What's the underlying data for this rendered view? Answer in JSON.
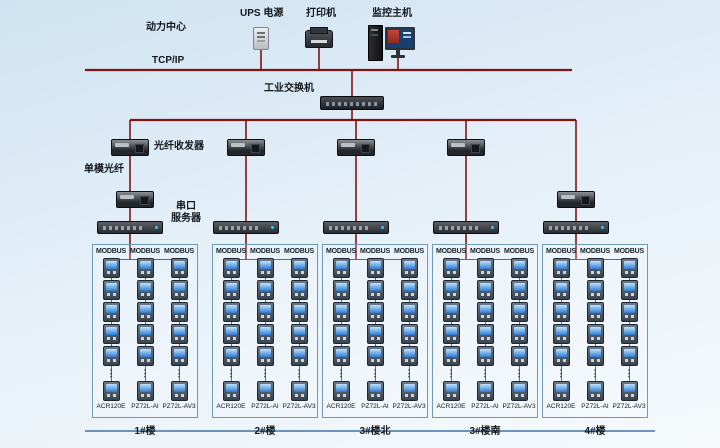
{
  "colors": {
    "line_red": "#7f1414",
    "line_blue": "#3f72a8",
    "box_border": "#6e9ab3"
  },
  "top": {
    "power_center": "动力中心",
    "ups_label": "UPS 电源",
    "printer_label": "打印机",
    "host_label": "监控主机",
    "tcpip": "TCP/IP",
    "switch_label": "工业交换机"
  },
  "mid": {
    "fiber_transceiver": "光纤收发器",
    "single_mode_fiber": "单模光纤",
    "serial_server_line1": "串口",
    "serial_server_line2": "服务器",
    "ellipsis": "⋮"
  },
  "meter_columns": [
    {
      "bus": "MODBUS",
      "model": "ACR120E"
    },
    {
      "bus": "MODBUS",
      "model": "PZ72L-AI"
    },
    {
      "bus": "MODBUS",
      "model": "PZ72L-AV3"
    }
  ],
  "meter_rows_before_ellipsis": 5,
  "meter_rows_after_ellipsis": 1,
  "groups": [
    {
      "building": "1#楼"
    },
    {
      "building": "2#楼"
    },
    {
      "building": "3#楼北"
    },
    {
      "building": "3#楼南"
    },
    {
      "building": "4#楼"
    }
  ]
}
